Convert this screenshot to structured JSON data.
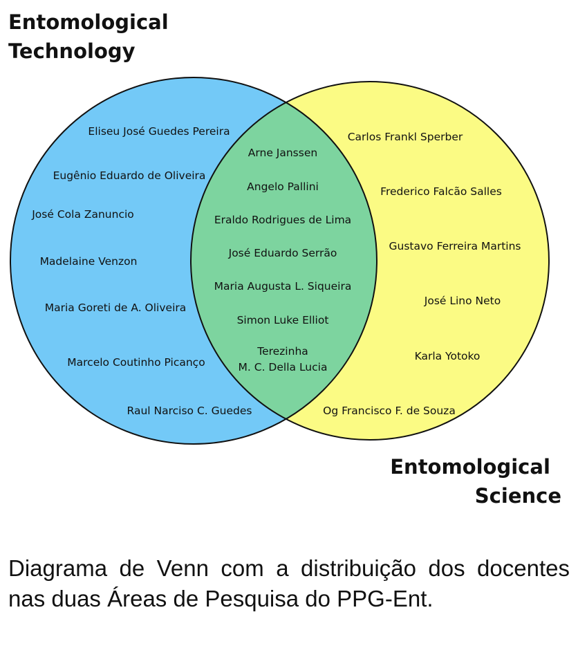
{
  "colors": {
    "left_fill": "#73c9f7",
    "right_fill": "#fbfb84",
    "overlap_fill": "#7dd49f",
    "stroke": "#111111"
  },
  "left_area": {
    "title_lines": [
      "Entomological",
      "Technology"
    ],
    "members": [
      "Eliseu José Guedes Pereira",
      "Eugênio Eduardo de Oliveira",
      "José Cola Zanuncio",
      "Madelaine Venzon",
      "Maria Goreti de A. Oliveira",
      "Marcelo Coutinho Picanço",
      "Raul Narciso C. Guedes"
    ]
  },
  "right_area": {
    "title_lines": [
      "Entomological",
      "Science"
    ],
    "members": [
      "Carlos Frankl Sperber",
      "Frederico Falcão Salles",
      "Gustavo Ferreira Martins",
      "José Lino Neto",
      "Karla Yotoko",
      "Og Francisco F. de Souza"
    ]
  },
  "both_areas": {
    "members": [
      "Arne Janssen",
      "Angelo Pallini",
      "Eraldo Rodrigues de Lima",
      "José Eduardo Serrão",
      "Maria Augusta L. Siqueira",
      "Simon Luke Elliot",
      "Terezinha\nM. C. Della Lucia"
    ]
  },
  "caption": "Diagrama de Venn com a distribuição dos docentes nas duas Áreas de Pesquisa do PPG-Ent."
}
